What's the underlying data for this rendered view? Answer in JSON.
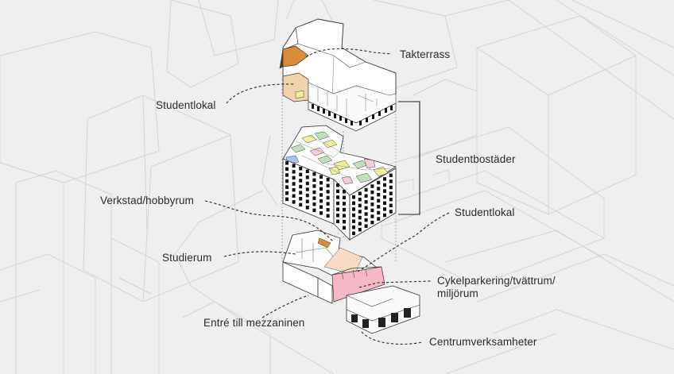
{
  "labels": {
    "takterrass": "Takterrass",
    "studentlokal_top": "Studentlokal",
    "studentbostader": "Studentbostäder",
    "verkstad": "Verkstad/hobbyrum",
    "studentlokal_mid": "Studentlokal",
    "studierum": "Studierum",
    "cykel_line1": "Cykelparkering/tvättrum/",
    "cykel_line2": "miljörum",
    "entre": "Entré till mezzaninen",
    "centrum": "Centrumverksamheter"
  },
  "colors": {
    "background": "#efefef",
    "leader_line": "#2a2a2a",
    "studentlokal_fill": "#f2d2aa",
    "terrace_fill": "#d98b3a",
    "commercial_pink": "#f5b8c4",
    "room_yellow": "#f2ee9c",
    "room_green": "#bfe0b8",
    "room_pink": "#f6cad6",
    "room_blue": "#a9c4ec"
  }
}
